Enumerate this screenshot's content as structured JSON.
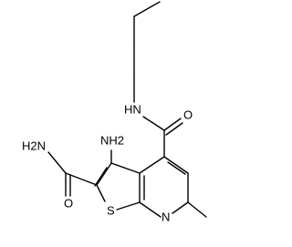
{
  "molecule": {
    "atom_labels": {
      "nh2_amide": "H2N",
      "nh2_ring": "NH2",
      "nh": "HN",
      "o_amide_left": "O",
      "o_amide_right": "O",
      "sulfur": "S",
      "n_ring": "N"
    }
  }
}
